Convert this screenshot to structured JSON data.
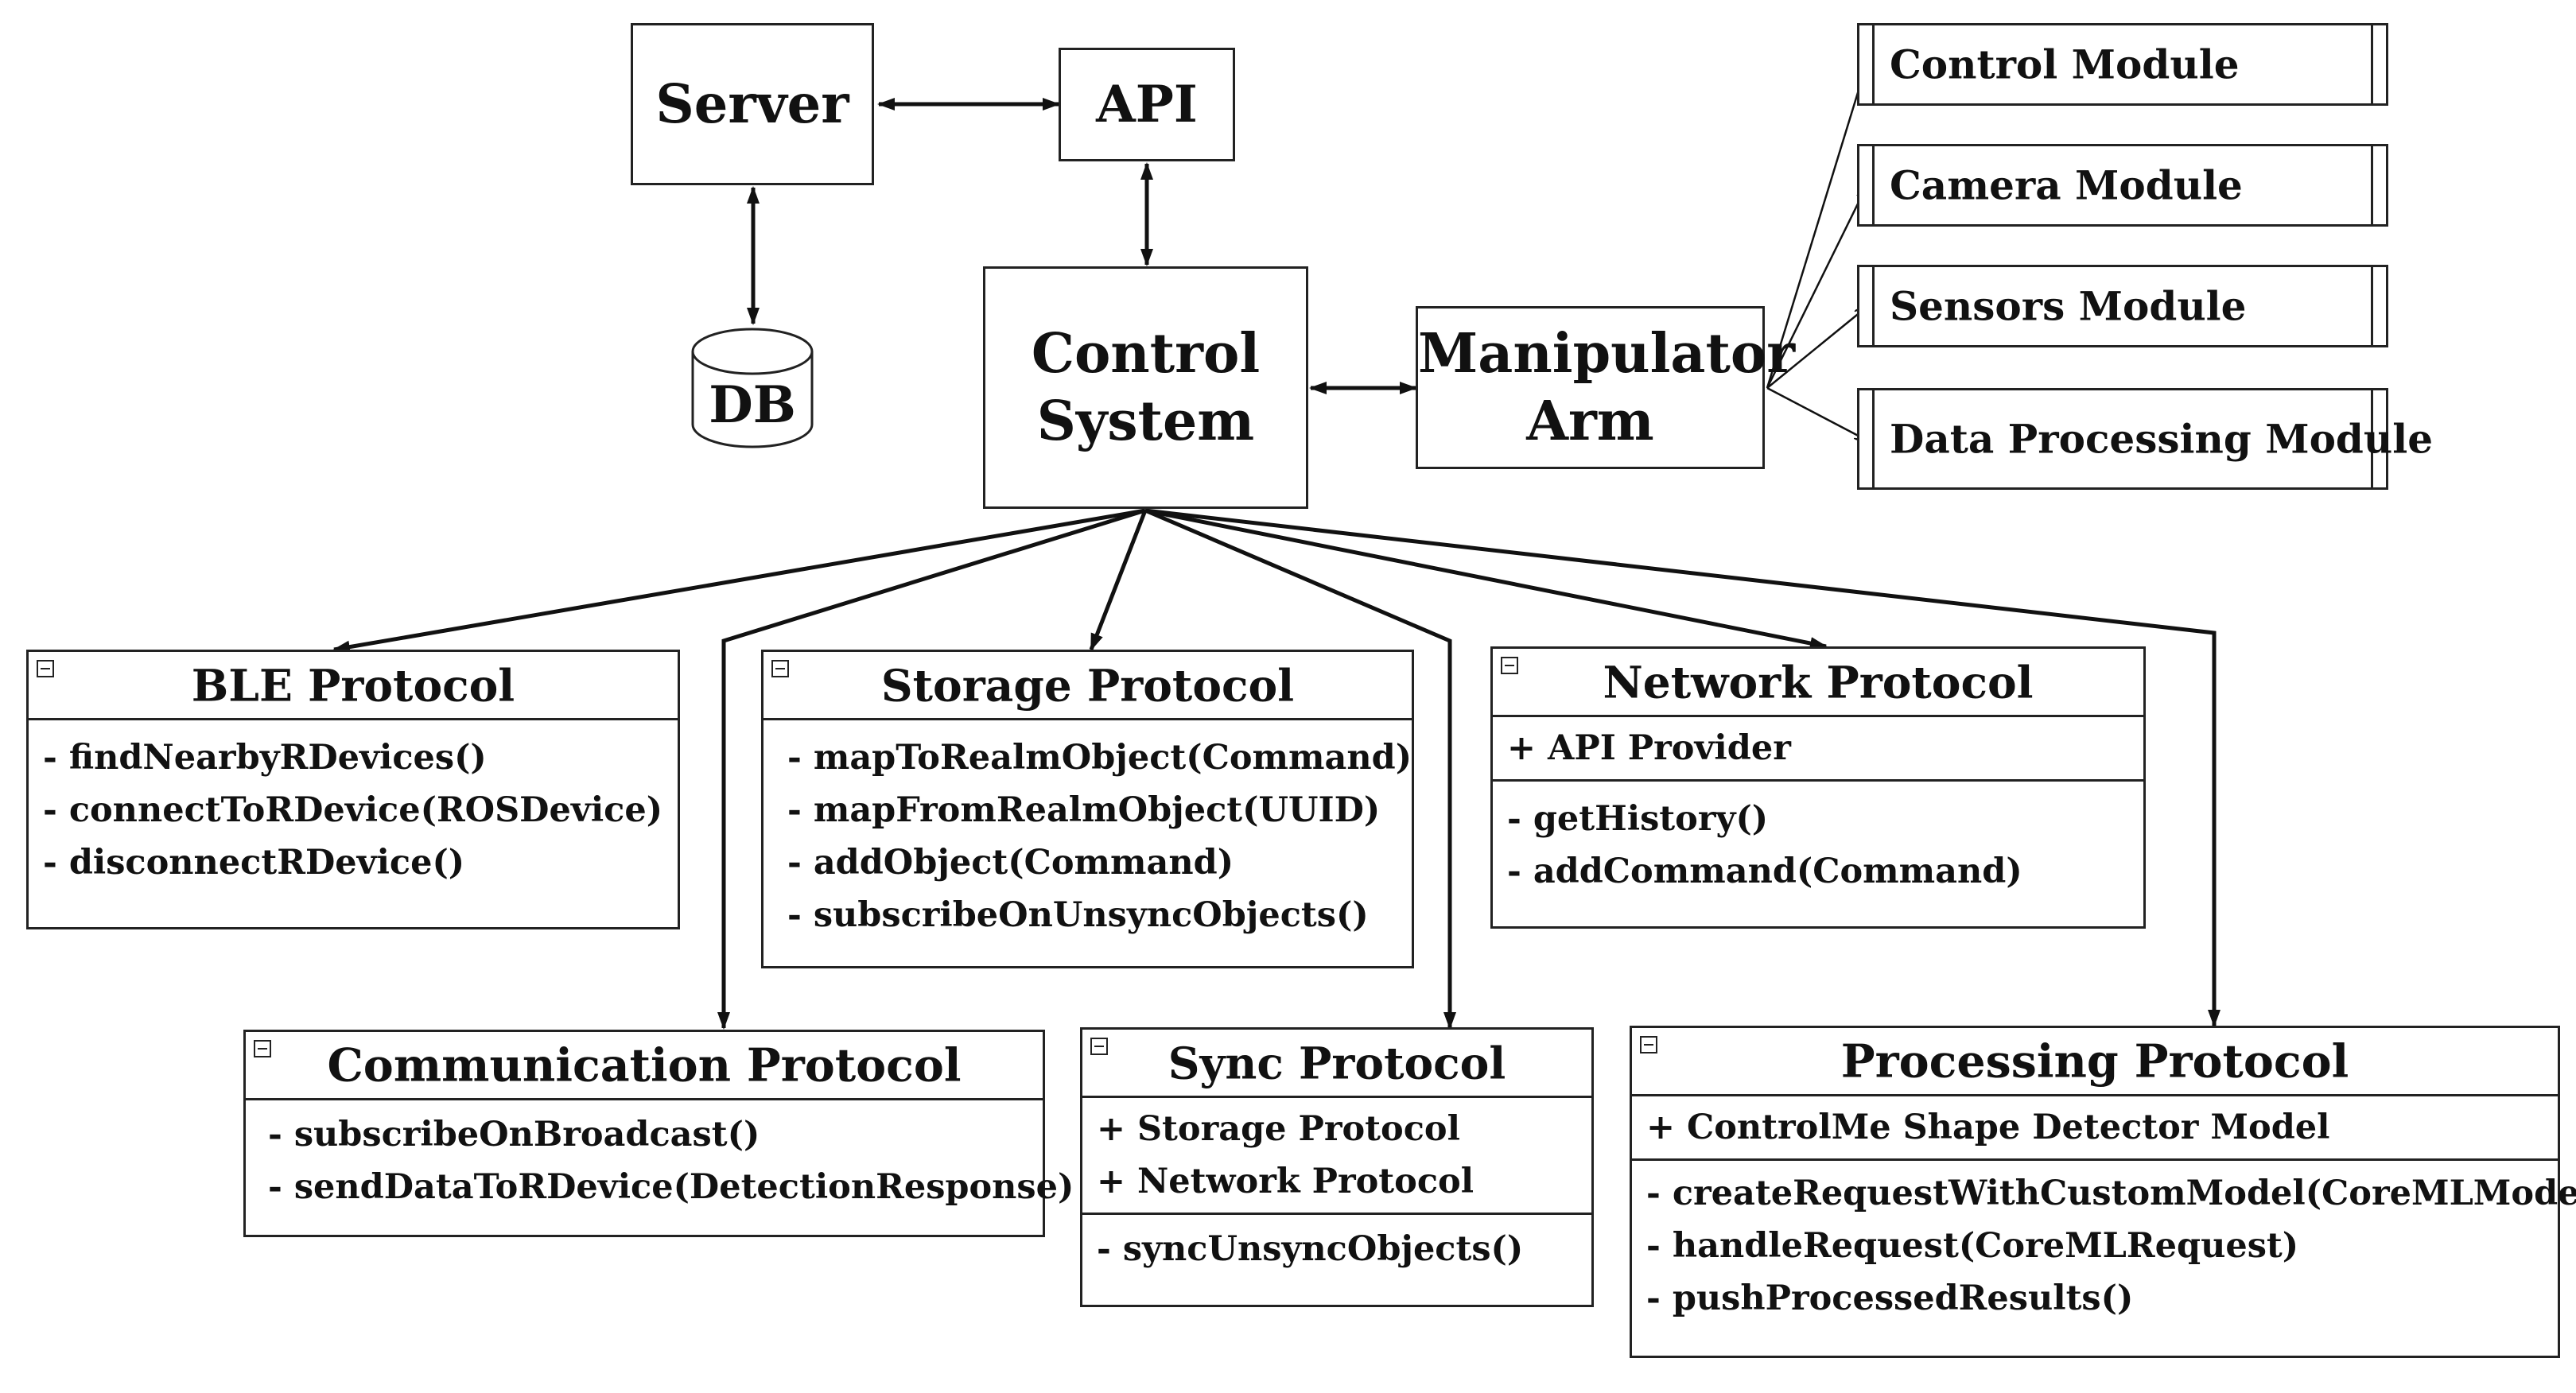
{
  "server": "Server",
  "api": "API",
  "db": "DB",
  "control_system": "Control\nSystem",
  "manipulator_arm": "Manipulator\nArm",
  "modules": [
    "Control Module",
    "Camera Module",
    "Sensors Module",
    "Data Processing Module"
  ],
  "protocols": {
    "ble": {
      "title": "BLE Protocol",
      "methods": [
        "- findNearbyRDevices()",
        "- connectToRDevice(ROSDevice)",
        "- disconnectRDevice()"
      ]
    },
    "storage": {
      "title": "Storage Protocol",
      "methods": [
        "- mapToRealmObject(Command)",
        "- mapFromRealmObject(UUID)",
        "- addObject(Command)",
        "- subscribeOnUnsyncObjects()"
      ]
    },
    "network": {
      "title": "Network Protocol",
      "attributes": [
        "+ API Provider"
      ],
      "methods": [
        "- getHistory()",
        "- addCommand(Command)"
      ]
    },
    "communication": {
      "title": "Communication Protocol",
      "methods": [
        "- subscribeOnBroadcast()",
        "- sendDataToRDevice(DetectionResponse)"
      ]
    },
    "sync": {
      "title": "Sync Protocol",
      "attributes": [
        "+ Storage Protocol",
        "+ Network Protocol"
      ],
      "methods": [
        "- syncUnsyncObjects()"
      ]
    },
    "processing": {
      "title": "Processing Protocol",
      "attributes": [
        "+ ControlMe Shape Detector Model"
      ],
      "methods": [
        "- createRequestWithCustomModel(CoreMLModel)",
        "- handleRequest(CoreMLRequest)",
        "- pushProcessedResults()"
      ]
    }
  }
}
